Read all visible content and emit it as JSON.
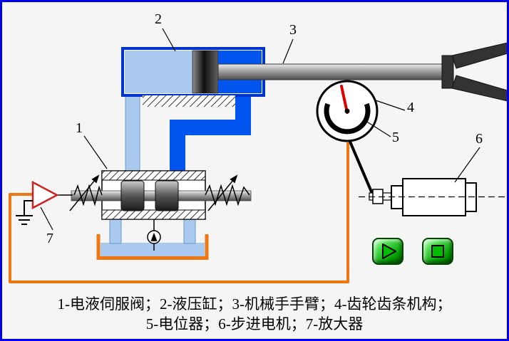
{
  "diagram": {
    "labels": {
      "servo_valve": "1",
      "cylinder": "2",
      "arm": "3",
      "gear_rack": "4",
      "potentiometer": "5",
      "stepper_motor": "6",
      "amplifier": "7"
    },
    "caption": {
      "line1": "1-电液伺服阀；2-液压缸；3-机械手手臂；4-齿轮齿条机构；",
      "line2": "5-电位器；6-步进电机；7-放大器"
    },
    "colors": {
      "frame_blue": "#0000ee",
      "hydraulic_blue": "#0055ee",
      "pipe_light_blue": "#a9c9ee",
      "wire_orange": "#ee7711",
      "needle_red": "#dd0000",
      "button_green": "#00aa22"
    },
    "controls": {
      "play_icon": "play-icon",
      "stop_icon": "stop-icon"
    }
  }
}
